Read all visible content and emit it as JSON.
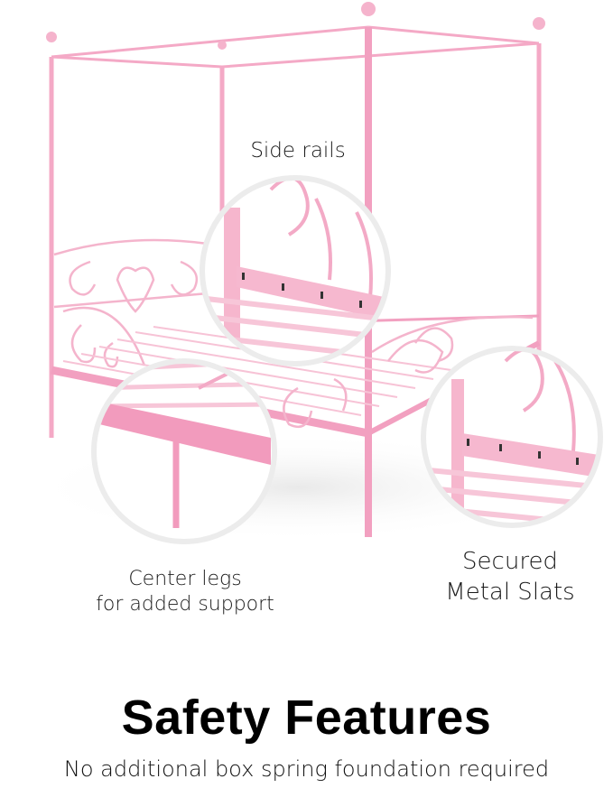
{
  "product": {
    "colors": {
      "frame_pink": "#f4a9c6",
      "frame_pink_dark": "#ee8fb4",
      "callout_ring": "#ececec",
      "text": "#111111",
      "background": "#ffffff"
    }
  },
  "callouts": [
    {
      "id": "side-rails",
      "label": "Side rails"
    },
    {
      "id": "center-legs",
      "label_line1": "Center legs",
      "label_line2": "for added support"
    },
    {
      "id": "metal-slats",
      "label_line1": "Secured",
      "label_line2": "Metal Slats"
    }
  ],
  "footer": {
    "title": "Safety Features",
    "subtitle": "No additional box spring foundation required"
  }
}
